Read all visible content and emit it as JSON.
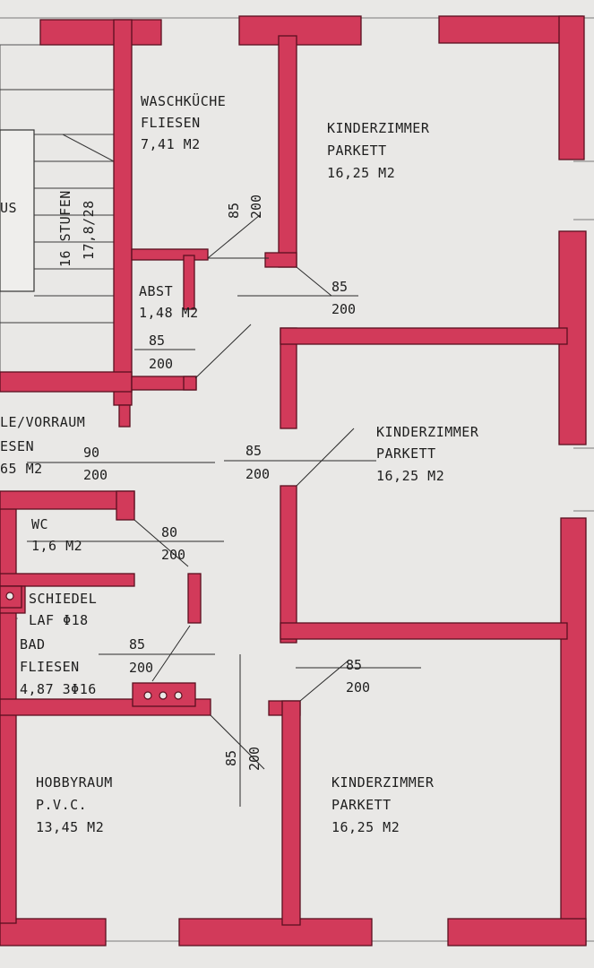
{
  "rooms": {
    "waschkueche": {
      "name": "WASCHKÜCHE",
      "floor": "FLIESEN",
      "area": "7,41 M2"
    },
    "kinder1": {
      "name": "KINDERZIMMER",
      "floor": "PARKETT",
      "area": "16,25 M2"
    },
    "kinder2": {
      "name": "KINDERZIMMER",
      "floor": "PARKETT",
      "area": "16,25 M2"
    },
    "kinder3": {
      "name": "KINDERZIMMER",
      "floor": "PARKETT",
      "area": "16,25 M2"
    },
    "abst": {
      "name": "ABST",
      "area": "1,48 M2"
    },
    "diele": {
      "name": "LE/VORRAUM",
      "floor": "ESEN",
      "area": "65 M2"
    },
    "wc": {
      "name": "WC",
      "area": "1,6 M2"
    },
    "bad": {
      "line1": "SCHIEDEL",
      "line2": "LAF Φ18",
      "name": "BAD",
      "floor": "FLIESEN",
      "area": "4,87 3Φ16"
    },
    "hobby": {
      "name": "HOBBYRAUM",
      "floor": "P.V.C.",
      "area": "13,45 M2"
    }
  },
  "stairs": {
    "steps": "16 STUFEN",
    "ratio": "17,8/28",
    "label": "US"
  },
  "doors": {
    "waschkueche": {
      "w": "85",
      "h": "200"
    },
    "kinder1": {
      "w": "85",
      "h": "200"
    },
    "abst": {
      "w": "85",
      "h": "200"
    },
    "diele": {
      "w": "90",
      "h": "200"
    },
    "kinder2": {
      "w": "85",
      "h": "200"
    },
    "wc": {
      "w": "80",
      "h": "200"
    },
    "bad": {
      "w": "85",
      "h": "200"
    },
    "kinder3": {
      "w": "85",
      "h": "200"
    },
    "hobby": {
      "w": "85",
      "h": "200"
    }
  },
  "colors": {
    "wall": "#d23a5a",
    "paper": "#e9e8e6",
    "ink": "#1e1e1e"
  }
}
